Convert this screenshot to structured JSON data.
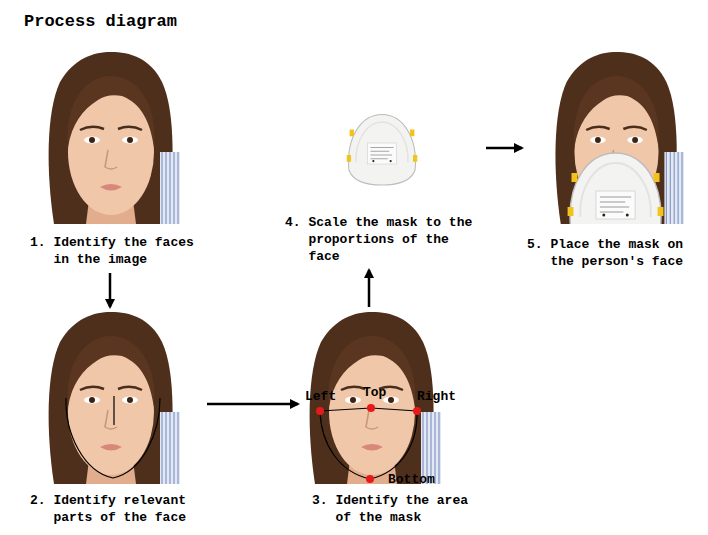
{
  "diagram": {
    "title": "Process diagram",
    "nodes": [
      {
        "text": [
          "1. Identify the faces in the image"
        ]
      },
      {
        "text": [
          "2. Identify relevant parts of the face"
        ]
      },
      {
        "text": [
          "3. Identify the area of the mask"
        ]
      },
      {
        "text": [
          "4. Scale the mask to the proportions of the face"
        ]
      },
      {
        "text": [
          "5. Place the mask on the person's face"
        ]
      }
    ],
    "edges": [
      {
        "from": 0,
        "to": 1,
        "arrow": "to"
      },
      {
        "from": 1,
        "to": 2,
        "arrow": "to"
      },
      {
        "from": 2,
        "to": 3,
        "arrow": "to"
      },
      {
        "from": 3,
        "to": 4,
        "arrow": "to"
      }
    ],
    "labels": [
      "Left",
      "Top",
      "Right",
      "Bottom"
    ]
  }
}
